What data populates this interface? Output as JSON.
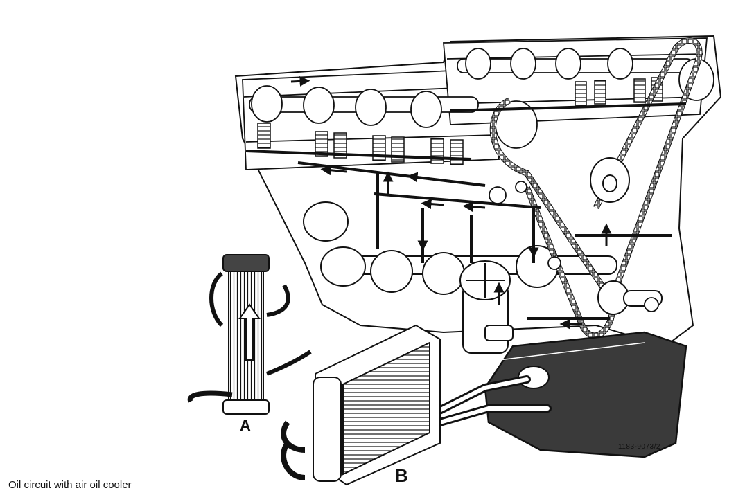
{
  "labels": {
    "a": "A",
    "b": "B",
    "reference_code": "1183-9073/2"
  },
  "caption": "Oil circuit with air oil cooler",
  "colors": {
    "ink": "#111111",
    "paper": "#ffffff",
    "shade": "#9a9a9a"
  }
}
